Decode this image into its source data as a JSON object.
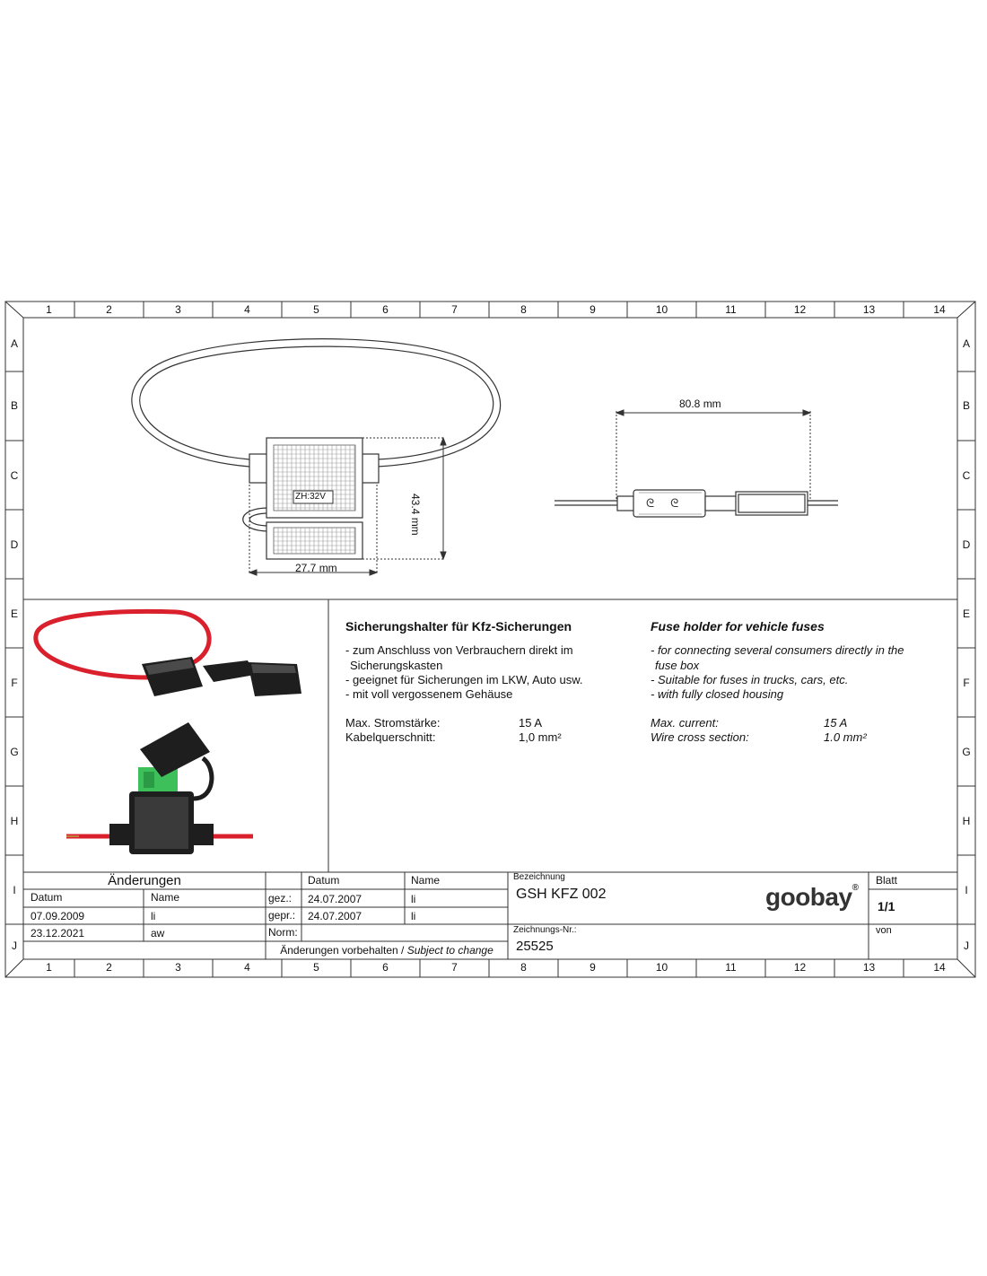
{
  "zones": {
    "columns": [
      "1",
      "2",
      "3",
      "4",
      "5",
      "6",
      "7",
      "8",
      "9",
      "10",
      "11",
      "12",
      "13",
      "14"
    ],
    "rows": [
      "A",
      "B",
      "C",
      "D",
      "E",
      "F",
      "G",
      "H",
      "I",
      "J"
    ]
  },
  "drawing": {
    "dim_height": "43.4 mm",
    "dim_width": "27.7 mm",
    "dim_length": "80.8 mm",
    "fuse_label": "ZH:32V"
  },
  "german": {
    "title": "Sicherungshalter für Kfz-Sicherungen",
    "bullets": [
      "- zum Anschluss von Verbrauchern direkt im",
      "  Sicherungskasten",
      "- geeignet für Sicherungen im LKW, Auto usw.",
      "-  mit voll vergossenem Gehäuse"
    ],
    "specs": [
      {
        "label": "Max. Stromstärke:",
        "value": "15 A"
      },
      {
        "label": "Kabelquerschnitt:",
        "value": "1,0 mm²"
      }
    ]
  },
  "english": {
    "title": "Fuse holder for vehicle fuses",
    "bullets": [
      "- for connecting several consumers directly in the",
      "  fuse box",
      "- Suitable for fuses in trucks, cars, etc.",
      "- with fully closed housing"
    ],
    "specs": [
      {
        "label": "Max. current:",
        "value": "15 A"
      },
      {
        "label": "Wire cross section:",
        "value": "1.0 mm²"
      }
    ]
  },
  "title_block": {
    "changes_header": "Änderungen",
    "col_datum": "Datum",
    "col_name": "Name",
    "changes": [
      {
        "date": "07.09.2009",
        "name": "li"
      },
      {
        "date": "23.12.2021",
        "name": "aw"
      }
    ],
    "datum_header": "Datum",
    "name_header": "Name",
    "gez_label": "gez.:",
    "gez_date": "24.07.2007",
    "gez_name": "li",
    "gepr_label": "gepr.:",
    "gepr_date": "24.07.2007",
    "gepr_name": "li",
    "norm_label": "Norm:",
    "subject_de": "Änderungen vorbehalten / ",
    "subject_en": "Subject to change",
    "bezeichnung_label": "Bezeichnung",
    "bezeichnung": "GSH KFZ 002",
    "zeichnung_label": "Zeichnungs-Nr.:",
    "zeichnung": "25525",
    "blatt_label": "Blatt",
    "blatt": "1/1",
    "von_label": "von",
    "logo_text": "goobay",
    "logo_reg": "®"
  },
  "colors": {
    "cable_red": "#d9202c",
    "housing_black": "#1e1e1e",
    "fuse_green": "#3dbf5a",
    "line": "#222222"
  }
}
